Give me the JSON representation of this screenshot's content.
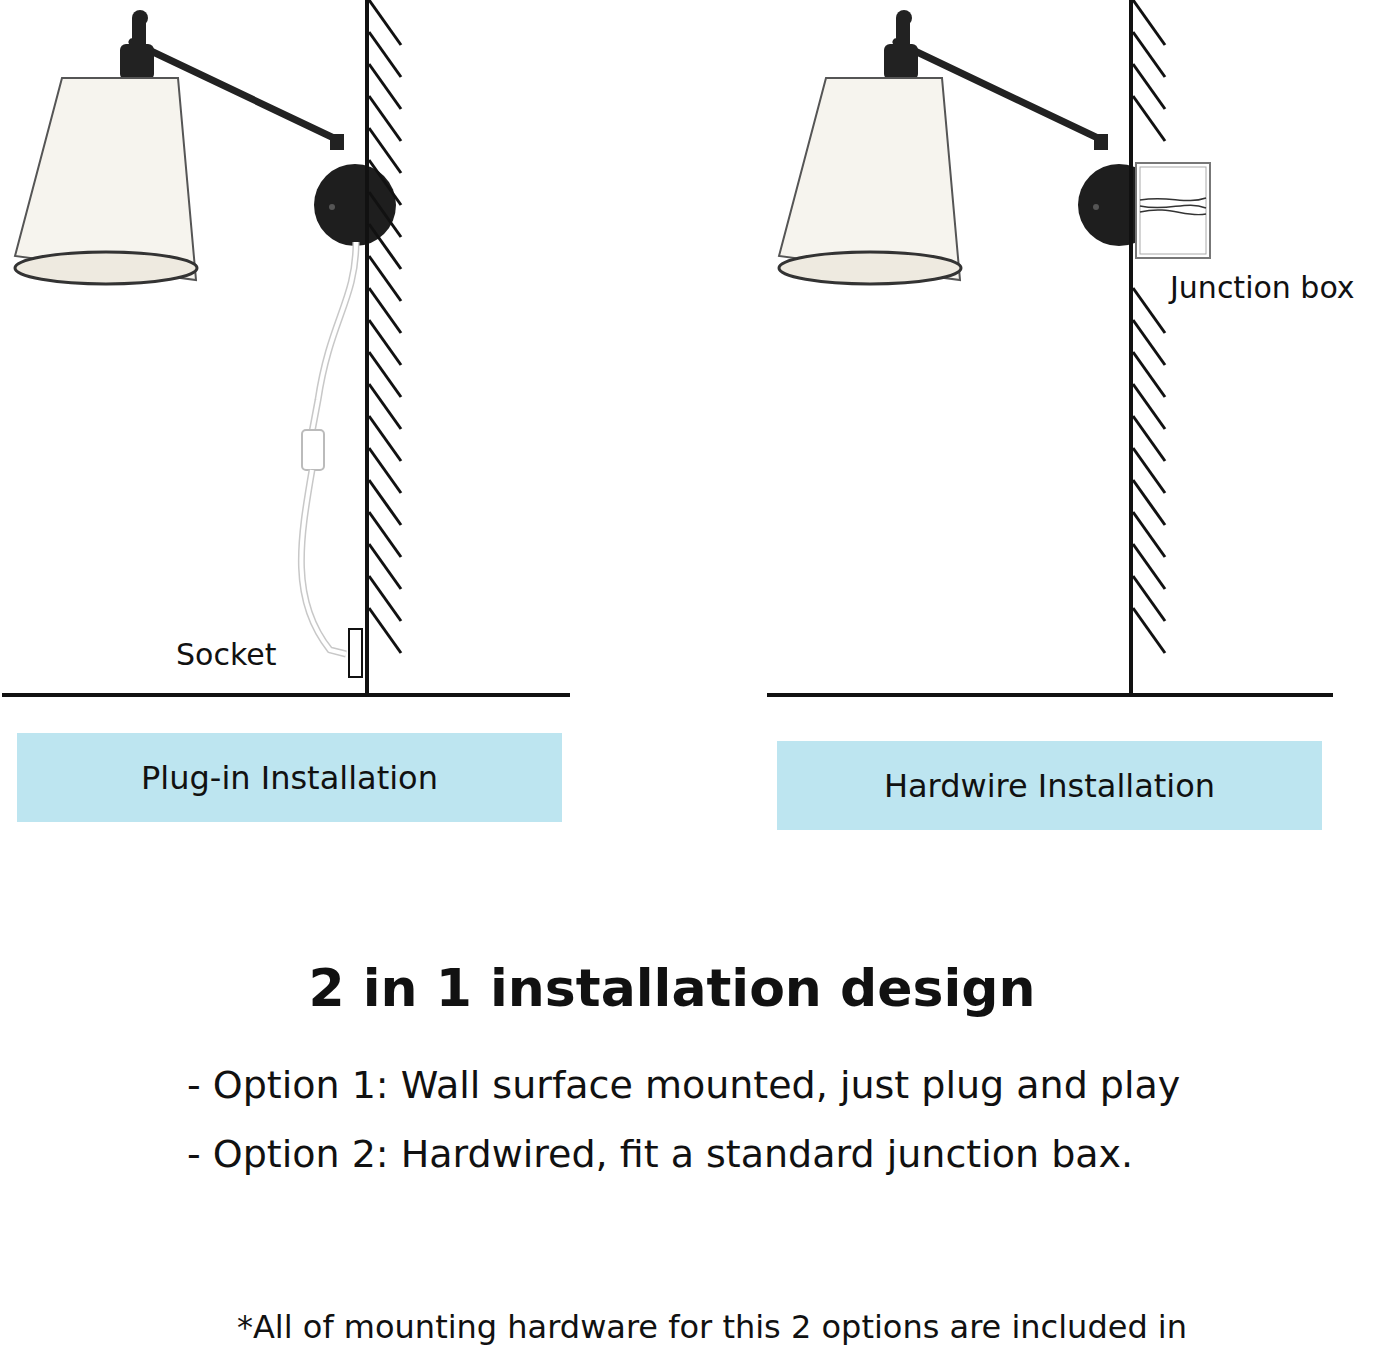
{
  "diagram": {
    "title": "2 in 1 installation design",
    "nodes": [
      {
        "text": [
          "Plug-in Installation"
        ]
      },
      {
        "text": [
          "Hardwire Installation"
        ]
      }
    ],
    "labels": [
      "Socket",
      "Junction box",
      "- Option 1: Wall surface mounted, just plug and play",
      "- Option 2: Hardwired, fit a standard junction bax.",
      "*All of mounting hardware for this 2 options are included in"
    ]
  }
}
